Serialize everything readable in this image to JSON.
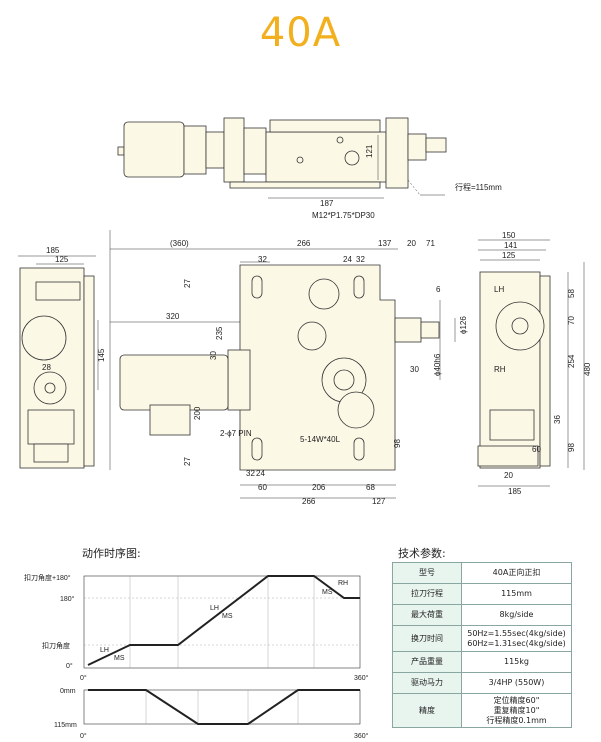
{
  "title": "40A",
  "top_view": {
    "dims": {
      "h121": "121",
      "w187": "187"
    },
    "callout": "M12*P1.75*DP30",
    "stroke": "行程=115mm"
  },
  "front_view": {
    "dims": {
      "top_360": "(360)",
      "top_266": "266",
      "top_137": "137",
      "top_20": "20",
      "top_71": "71",
      "top_32a": "32",
      "top_24": "24",
      "top_32b": "32",
      "left_320": "320",
      "left_235": "235",
      "left_200": "200",
      "left_30": "30",
      "left_27a": "27",
      "left_27b": "27",
      "right_6": "6",
      "right_126": "ϕ126",
      "right_40h6": "ϕ40h6",
      "right_30": "30",
      "right_98": "98",
      "bot_32": "32",
      "bot_24": "24",
      "bot_60": "60",
      "bot_206": "206",
      "bot_68": "68",
      "bot_266": "266",
      "bot_127": "127"
    },
    "notes": {
      "pin": "2-ϕ7 PIN",
      "tap": "5-14W*40L"
    }
  },
  "left_view": {
    "dims": {
      "w185": "185",
      "w125": "125",
      "h145": "145",
      "d28": "28"
    }
  },
  "right_view": {
    "dims": {
      "w150": "150",
      "w141": "141",
      "w125": "125",
      "v58": "58",
      "v70": "70",
      "v254": "254",
      "v480": "480",
      "v36": "36",
      "v98": "98",
      "h60": "60",
      "h20": "20",
      "h185": "185"
    },
    "labels": {
      "lh": "LH",
      "rh": "RH"
    }
  },
  "timing": {
    "title": "动作时序图:",
    "y_labels": {
      "angle_top": "扣刀角度+180°",
      "deg180": "180°",
      "angle": "扣刀角度",
      "deg0": "0°",
      "mm0": "0mm",
      "mm115": "115mm"
    },
    "x_labels": {
      "x0": "0°",
      "x360a": "360°",
      "x0b": "0°",
      "x360b": "360°"
    },
    "marks": {
      "lh1": "LH",
      "ms1": "MS",
      "lh2": "LH",
      "ms2": "MS",
      "ms3": "MS",
      "rh": "RH"
    }
  },
  "spec": {
    "title": "技术参数:",
    "rows": [
      {
        "k": "型号",
        "v": "40A正向正扣"
      },
      {
        "k": "拉刀行程",
        "v": "115mm"
      },
      {
        "k": "最大荷重",
        "v": "8kg/side"
      },
      {
        "k": "换刀时间",
        "v": "50Hz=1.55sec(4kg/side)\n60Hz=1.31sec(4kg/side)"
      },
      {
        "k": "产品重量",
        "v": "115kg"
      },
      {
        "k": "驱动马力",
        "v": "3/4HP (550W)"
      },
      {
        "k": "精度",
        "v": "定位精度60\"\n重复精度10\"\n行程精度0.1mm"
      }
    ]
  },
  "colors": {
    "body": "#fcf8e6",
    "line": "#333333",
    "accent": "#f2b01e"
  }
}
